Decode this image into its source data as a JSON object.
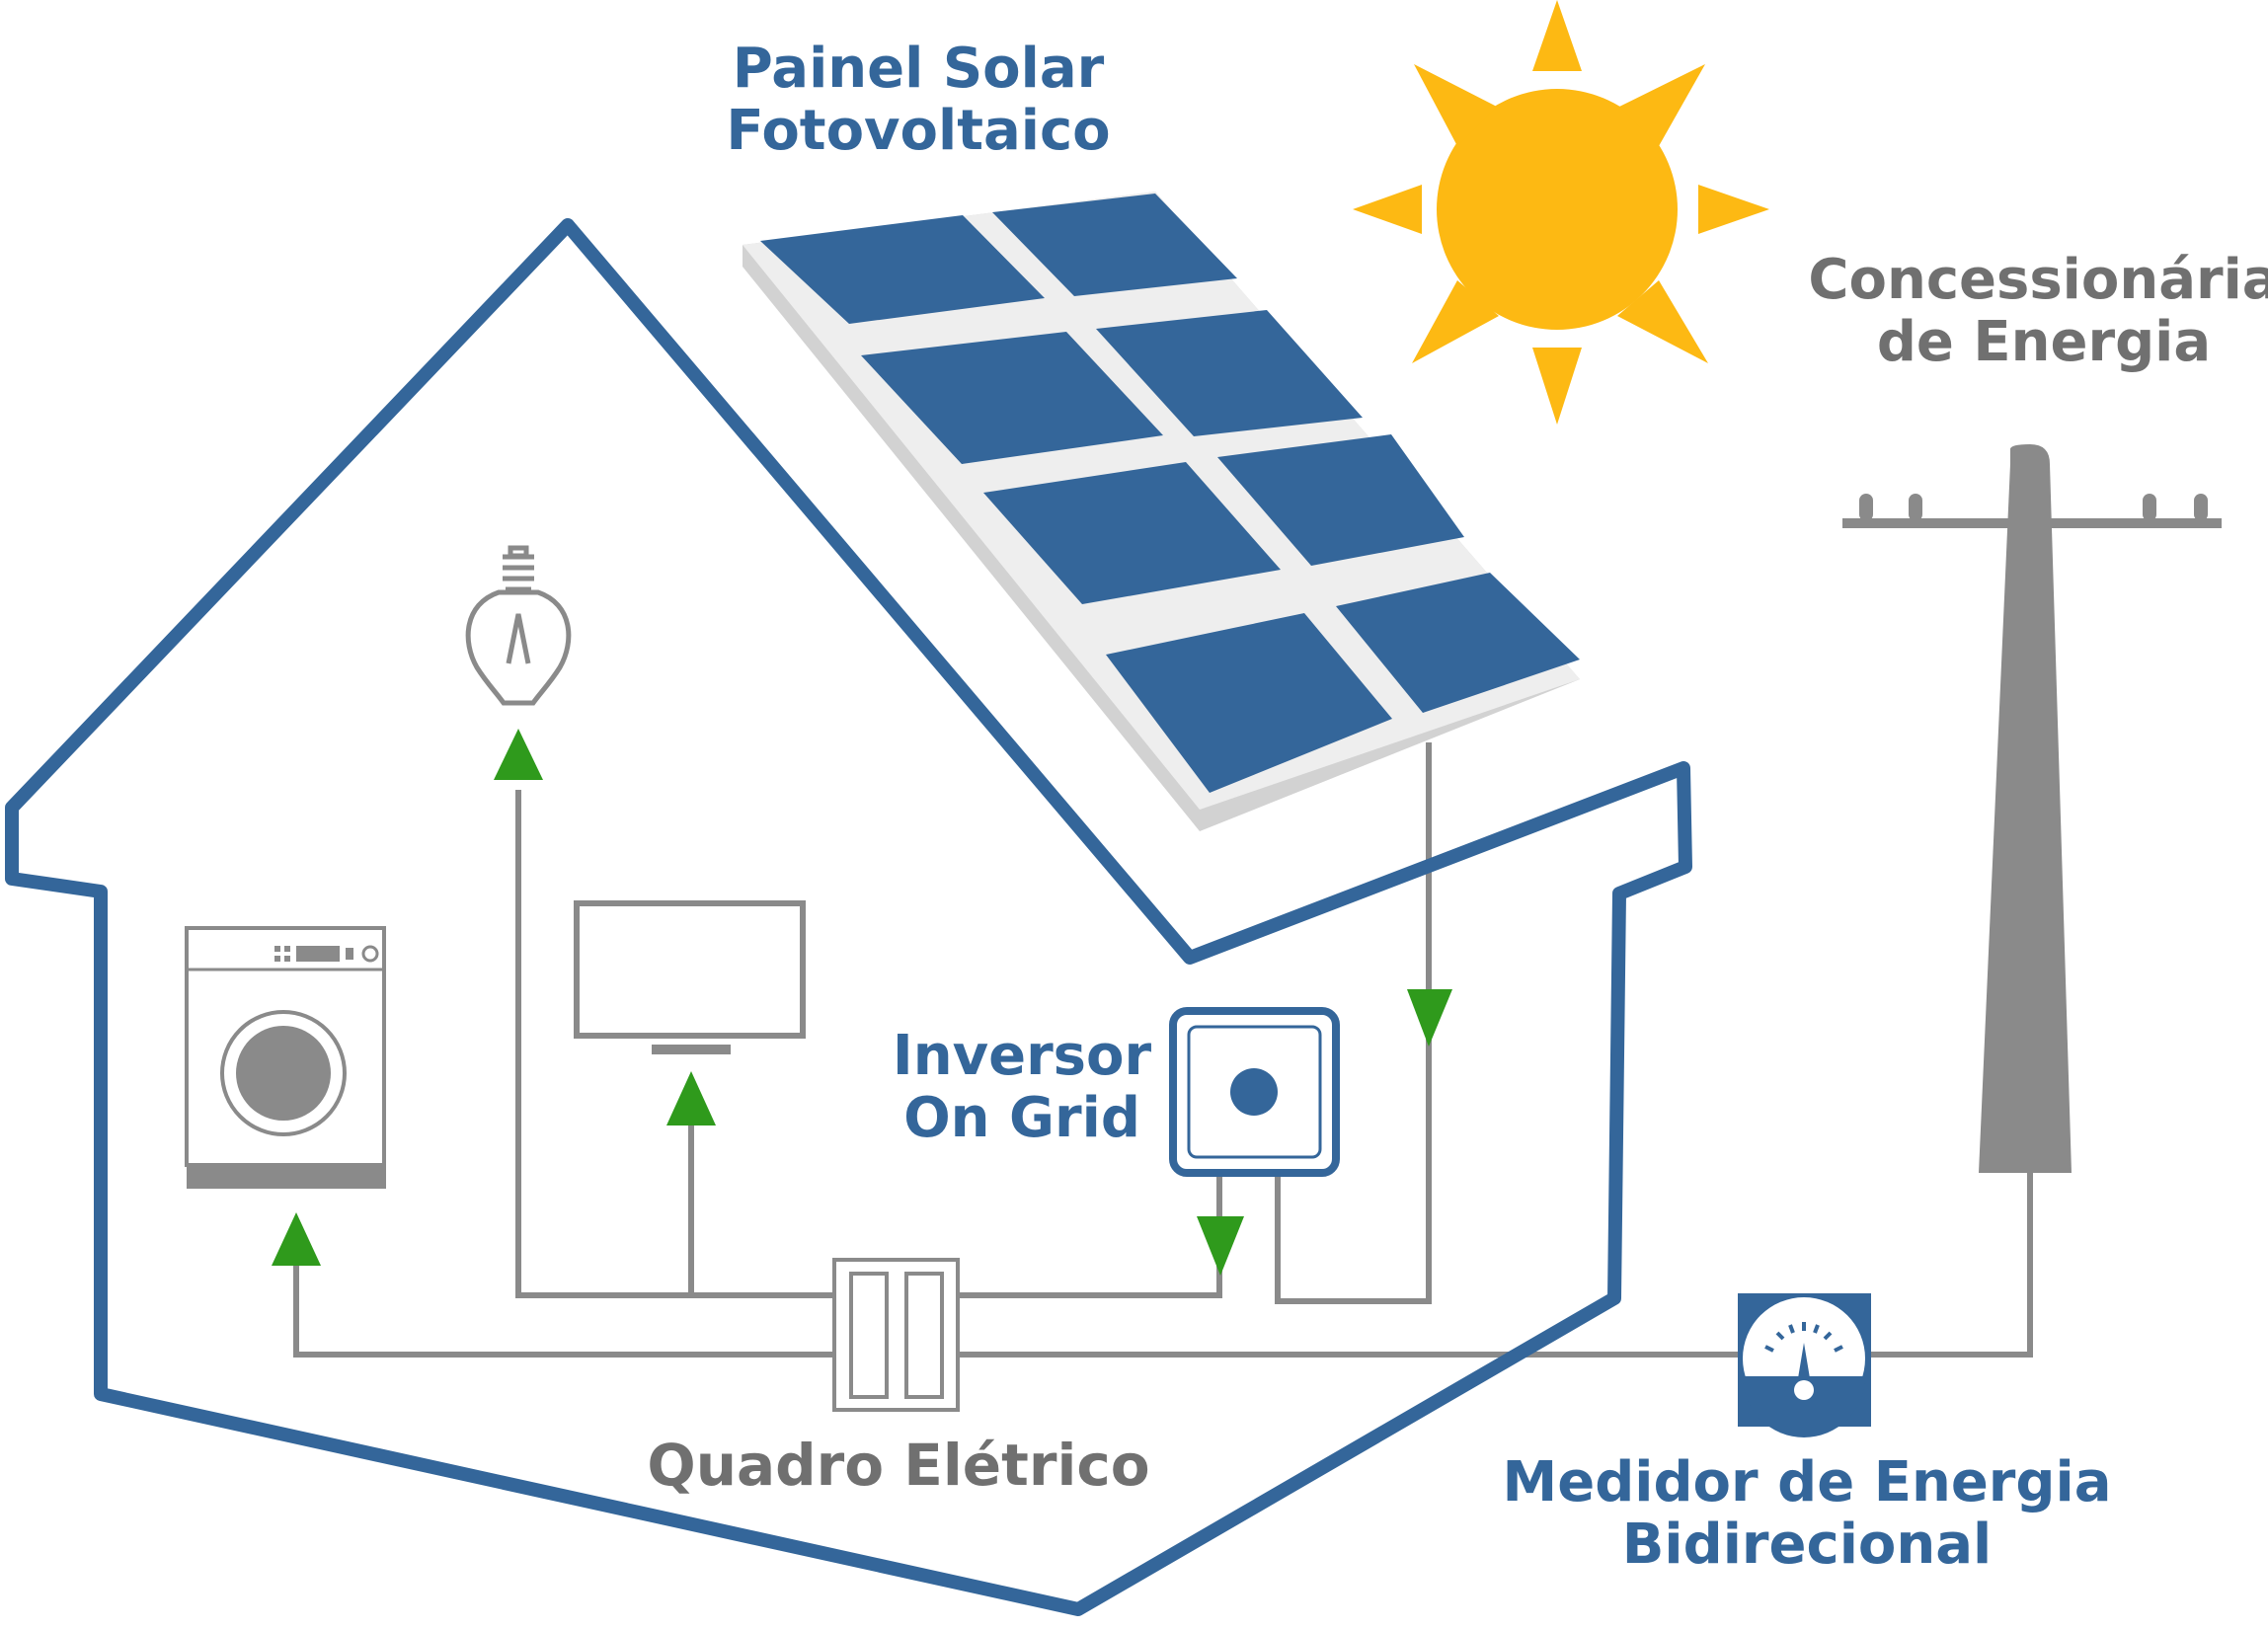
{
  "labels": {
    "painel_solar": [
      "Painel Solar",
      "Fotovoltaico"
    ],
    "concessionaria": [
      "Concessionária",
      "de Energia"
    ],
    "inversor": [
      "Inversor",
      "On Grid"
    ],
    "quadro": "Quadro Elétrico",
    "medidor": [
      "Medidor de Energia",
      "Bidirecional"
    ]
  },
  "colors": {
    "house_outline": "#34669a",
    "panel_cell": "#34669a",
    "panel_frame": "#d2d2d2",
    "sun": "#fdb913",
    "arrow": "#2f9a1c",
    "wire": "#8a8a8a",
    "appliance": "#8a8a8a",
    "pole": "#8a8a8a",
    "label_blue": "#34669a",
    "label_gray": "#707070"
  },
  "icons": [
    "sun-icon",
    "solar-panel-icon",
    "light-bulb-icon",
    "television-icon",
    "washing-machine-icon",
    "inverter-icon",
    "breaker-panel-icon",
    "bidirectional-meter-icon",
    "utility-pole-icon"
  ]
}
